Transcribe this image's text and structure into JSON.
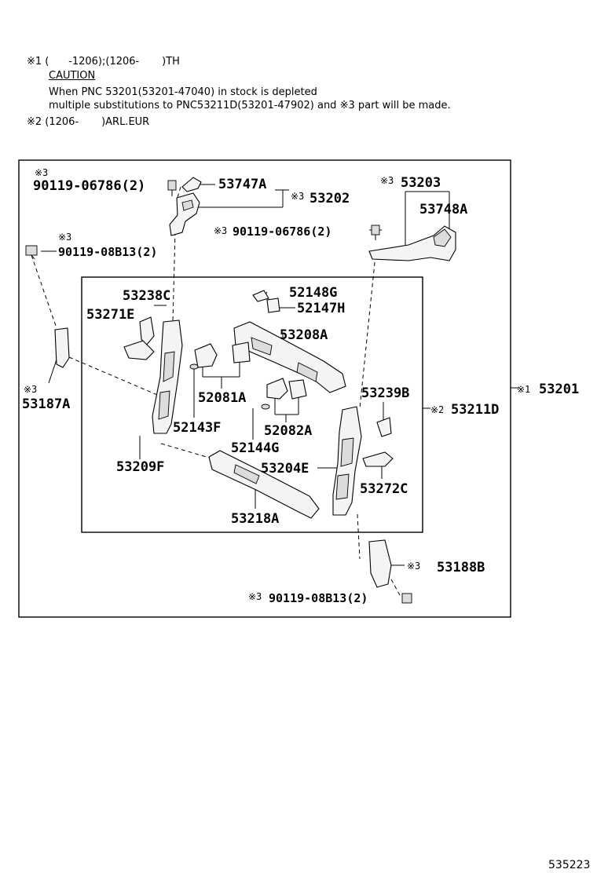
{
  "notes": {
    "line1": "※1 (      -1206);(1206-       )TH",
    "caution": "CAUTION",
    "line2": "When PNC 53201(53201-47040) in stock is depleted",
    "line3": "multiple substitutions to PNC53211D(53201-47902) and ※3 part will be made.",
    "line4": "※2 (1206-       )ARL.EUR"
  },
  "labels": {
    "l_53201_mark": "※1",
    "l_53201": "53201",
    "l_53211D_mark": "※2",
    "l_53211D": "53211D",
    "l_bolt1_mark": "※3",
    "l_bolt1": "90119-06786(2)",
    "l_53747A": "53747A",
    "l_53202_mark": "※3",
    "l_53202": "53202",
    "l_53203_mark": "※3",
    "l_53203": "53203",
    "l_53748A": "53748A",
    "l_bolt2_mark": "※3",
    "l_bolt2": "90119-06786(2)",
    "l_bolt3_mark": "※3",
    "l_bolt3": "90119-08B13(2)",
    "l_53238C": "53238C",
    "l_53271E": "53271E",
    "l_52148G": "52148G",
    "l_52147H": "52147H",
    "l_53208A": "53208A",
    "l_53187A_mark": "※3",
    "l_53187A": "53187A",
    "l_52081A": "52081A",
    "l_53239B": "53239B",
    "l_52143F": "52143F",
    "l_52082A": "52082A",
    "l_52144G": "52144G",
    "l_53209F": "53209F",
    "l_53204E": "53204E",
    "l_53272C": "53272C",
    "l_53218A": "53218A",
    "l_53188B_mark": "※3",
    "l_53188B": "53188B",
    "l_bolt4_mark": "※3",
    "l_bolt4": "90119-08B13(2)"
  },
  "figure_number": "535223"
}
